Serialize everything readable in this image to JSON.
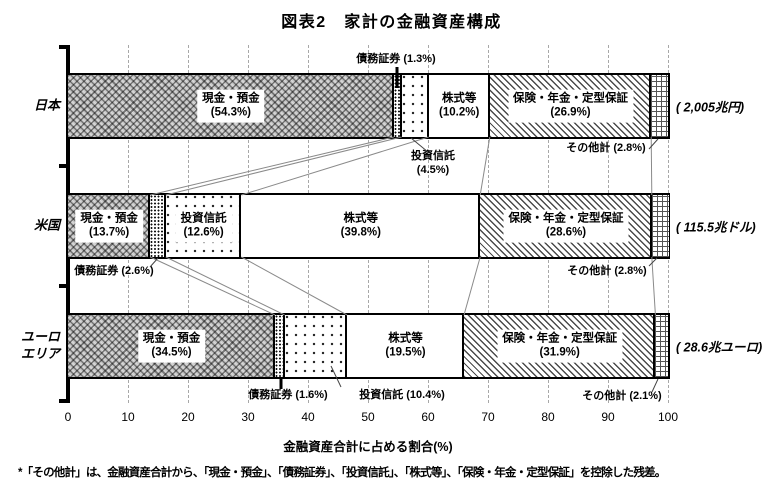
{
  "title": "図表2　家計の金融資産構成",
  "footnote": "*「その他計」は、金融資産合計から、「現金・預金」、「債務証券」、「投資信託」、「株式等」、「保険・年金・定型保証」を控除した残差。",
  "chart_data": {
    "type": "bar",
    "orientation": "horizontal",
    "stacked": true,
    "title": "図表2　家計の金融資産構成",
    "categories": [
      "日本",
      "米国",
      "ユーロ\nエリア"
    ],
    "category_totals": [
      "( 2,005兆円)",
      "( 115.5兆ドル)",
      "( 28.6兆ユーロ)"
    ],
    "series": [
      {
        "name": "現金・預金",
        "pattern": "gray-weave",
        "values": [
          54.3,
          13.7,
          34.5
        ]
      },
      {
        "name": "債務証券",
        "pattern": "dense-dots",
        "values": [
          1.3,
          2.6,
          1.6
        ]
      },
      {
        "name": "投資信託",
        "pattern": "sparse-dots",
        "values": [
          4.5,
          12.6,
          10.4
        ]
      },
      {
        "name": "株式等",
        "pattern": "plain-white",
        "values": [
          10.2,
          39.8,
          19.5
        ]
      },
      {
        "name": "保険・年金・定型保証",
        "pattern": "diagonal-hatch",
        "values": [
          26.9,
          28.6,
          31.9
        ]
      },
      {
        "name": "その他計",
        "pattern": "small-grid",
        "values": [
          2.8,
          2.8,
          2.1
        ]
      }
    ],
    "xlabel": "金融資産合計に占める割合(%)",
    "xticks": [
      0,
      10,
      20,
      30,
      40,
      50,
      60,
      70,
      80,
      90,
      100
    ],
    "xlim": [
      0,
      100
    ],
    "grid": "vertical-dashed",
    "series_connector_lines": true,
    "colors": {
      "ink": "#000000",
      "gridline": "#a8a8a8",
      "connector": "#8a8a8a"
    }
  }
}
